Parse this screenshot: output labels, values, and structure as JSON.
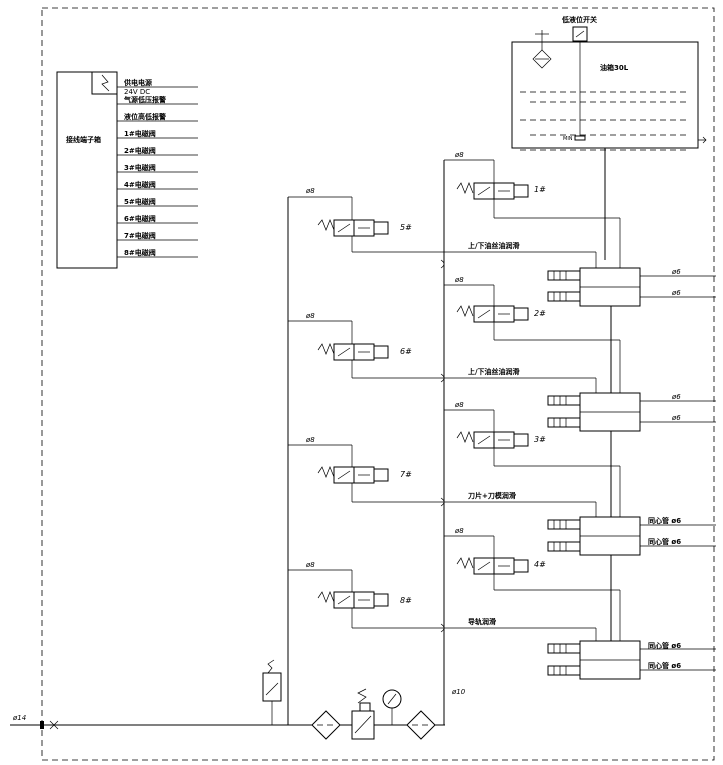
{
  "tank": {
    "label": "油箱30L",
    "switch_label": "低液位开关",
    "min_label": "MIN"
  },
  "terminal_box": {
    "label": "接线端子箱",
    "rows": [
      "供电电源",
      "24V DC",
      "气源低压报警",
      "液位高低报警",
      "1#电磁阀",
      "2#电磁阀",
      "3#电磁阀",
      "4#电磁阀",
      "5#电磁阀",
      "6#电磁阀",
      "7#电磁阀",
      "8#电磁阀"
    ]
  },
  "inlet": {
    "pipe": "ø14"
  },
  "main_pipe": "ø10",
  "valves": [
    {
      "id": "1#",
      "pipe": "ø8"
    },
    {
      "id": "2#",
      "pipe": "ø8"
    },
    {
      "id": "3#",
      "pipe": "ø8"
    },
    {
      "id": "4#",
      "pipe": "ø8"
    },
    {
      "id": "5#",
      "pipe": "ø8"
    },
    {
      "id": "6#",
      "pipe": "ø8"
    },
    {
      "id": "7#",
      "pipe": "ø8"
    },
    {
      "id": "8#",
      "pipe": "ø8"
    }
  ],
  "lines": [
    "上/下油丝油润滑",
    "上/下油丝油润滑",
    "刀片+刀模润滑",
    "导轨润滑"
  ],
  "outputs": [
    {
      "a": "ø6",
      "b": "ø6"
    },
    {
      "a": "ø6",
      "b": "ø6"
    },
    {
      "a": "同心管 ø6",
      "b": "同心管 ø6"
    },
    {
      "a": "同心管 ø6",
      "b": "同心管 ø6"
    }
  ]
}
